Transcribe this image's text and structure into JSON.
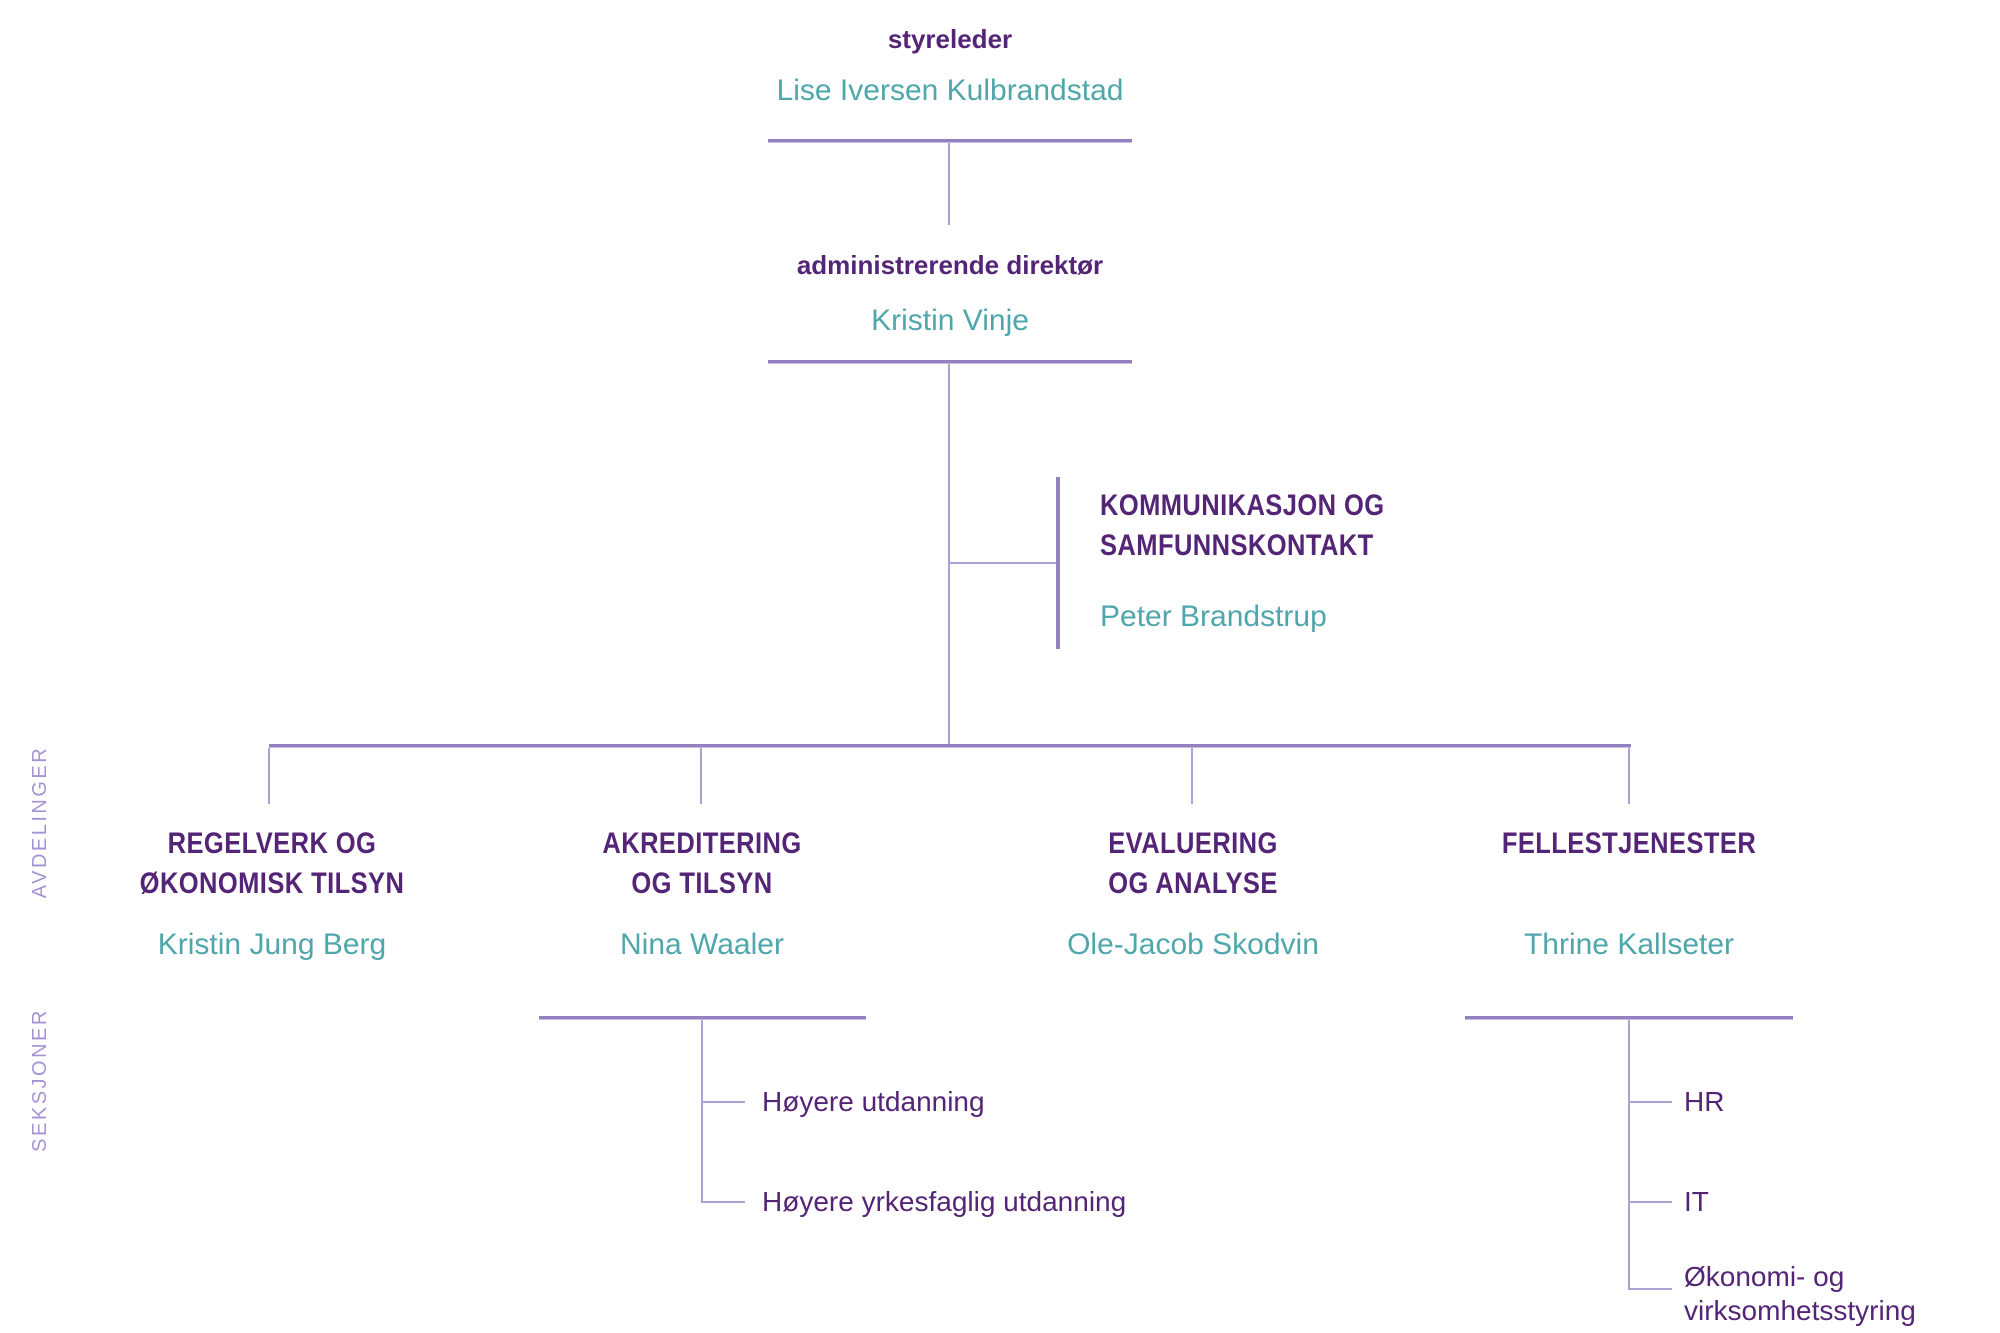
{
  "side_labels": {
    "departments": "AVDELINGER",
    "sections": "SEKSJONER"
  },
  "board": {
    "role": "styreleder",
    "name": "Lise Iversen Kulbrandstad"
  },
  "ceo": {
    "role": "administrerende direktør",
    "name": "Kristin Vinje"
  },
  "staff_unit": {
    "title_line1": "KOMMUNIKASJON OG",
    "title_line2": "SAMFUNNSKONTAKT",
    "name": "Peter Brandstrup"
  },
  "departments": [
    {
      "title_line1": "REGELVERK OG",
      "title_line2": "ØKONOMISK TILSYN",
      "name": "Kristin Jung Berg",
      "sections": []
    },
    {
      "title_line1": "AKREDITERING",
      "title_line2": "OG TILSYN",
      "name": "Nina Waaler",
      "sections": [
        "Høyere utdanning",
        "Høyere yrkesfaglig utdanning"
      ]
    },
    {
      "title_line1": "EVALUERING",
      "title_line2": "OG ANALYSE",
      "name": "Ole-Jacob Skodvin",
      "sections": []
    },
    {
      "title_line1": "FELLESTJENESTER",
      "title_line2": "",
      "name": "Thrine Kallseter",
      "sections": [
        "HR",
        "IT",
        "Økonomi- og virksomhetsstyring"
      ]
    }
  ],
  "colors": {
    "heading_purple": "#542577",
    "name_teal": "#4FA6AB",
    "line_thick": "#9181BE",
    "line_thin": "#ADA0D4",
    "side_label_purple": "#A593D6"
  }
}
